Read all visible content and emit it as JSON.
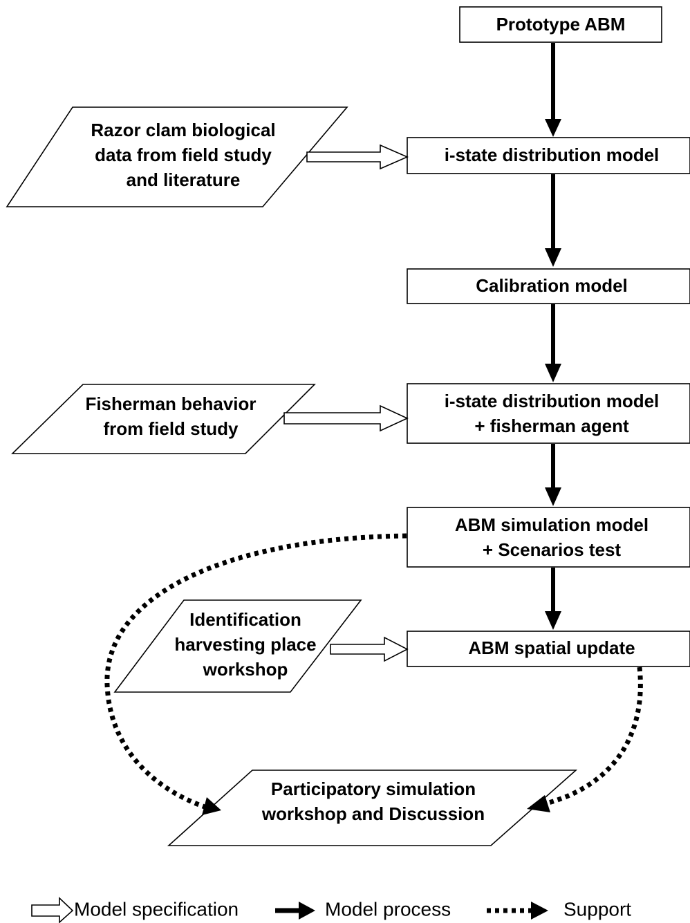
{
  "nodes": {
    "prototype": {
      "lines": [
        "Prototype ABM"
      ]
    },
    "razor_data": {
      "lines": [
        "Razor clam biological",
        "data from field study",
        "and literature"
      ]
    },
    "istate": {
      "lines": [
        "i-state distribution model"
      ]
    },
    "calibration": {
      "lines": [
        "Calibration model"
      ]
    },
    "fisherman_behavior": {
      "lines": [
        "Fisherman behavior",
        "from field study"
      ]
    },
    "istate_fisher": {
      "lines": [
        "i-state distribution model",
        "+ fisherman agent"
      ]
    },
    "abm_sim": {
      "lines": [
        "ABM simulation model",
        "+ Scenarios test"
      ]
    },
    "identification": {
      "lines": [
        "Identification",
        "harvesting place",
        "workshop"
      ]
    },
    "abm_spatial": {
      "lines": [
        "ABM spatial update"
      ]
    },
    "participatory": {
      "lines": [
        "Participatory simulation",
        "workshop and Discussion"
      ]
    }
  },
  "legend": {
    "model_specification": "Model specification",
    "model_process": "Model process",
    "support": "Support"
  },
  "colors": {
    "line": "#000000",
    "fill": "#ffffff"
  }
}
